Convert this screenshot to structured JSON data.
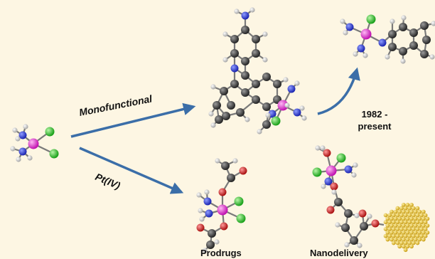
{
  "labels": {
    "monofunctional": "Monofunctional",
    "pt_iv": "Pt(IV)",
    "era": "1982 - present",
    "prodrugs": "Prodrugs",
    "nanodelivery": "Nanodelivery"
  },
  "colors": {
    "background": "#fdf6e3",
    "arrow": "#3b6ea8",
    "platinum": "#e020d0",
    "chlorine": "#2fbf2f",
    "nitrogen": "#2430c8",
    "carbon": "#3a3a3a",
    "hydrogen": "#d6d6d6",
    "oxygen": "#c41e1e",
    "gold": "#e6c22e"
  },
  "molecules": [
    {
      "name": "cisplatin",
      "atoms": [
        "Pt",
        "Cl",
        "Cl",
        "N",
        "N"
      ]
    },
    {
      "name": "monofunctional-complex-large",
      "atoms": [
        "Pt",
        "Cl",
        "N",
        "N",
        "N"
      ]
    },
    {
      "name": "monofunctional-complex-small",
      "atoms": [
        "Pt",
        "Cl",
        "N",
        "N",
        "N"
      ]
    },
    {
      "name": "pt-iv-prodrug",
      "atoms": [
        "Pt",
        "Cl",
        "Cl",
        "N",
        "N",
        "O",
        "O",
        "O",
        "O"
      ]
    },
    {
      "name": "nanodelivery-conjugate",
      "atoms": [
        "Pt",
        "Cl",
        "Cl",
        "N",
        "N",
        "O",
        "O",
        "O",
        "O"
      ]
    }
  ]
}
